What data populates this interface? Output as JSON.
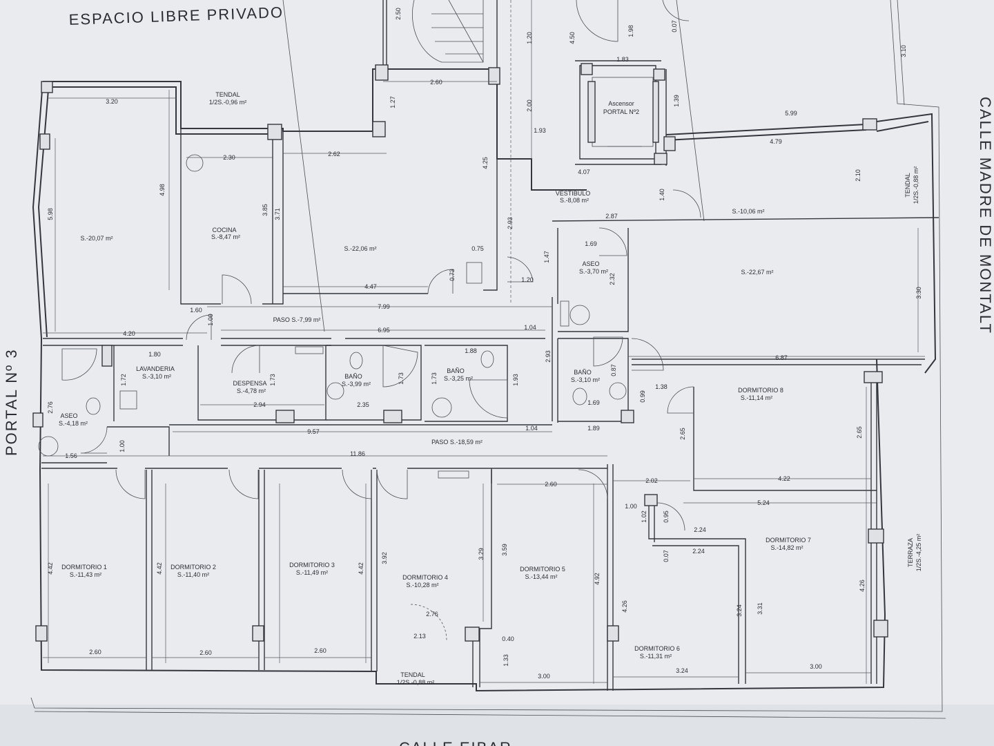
{
  "labels": {
    "top": "ESPACIO LIBRE PRIVADO",
    "left": "PORTAL Nº 3",
    "right": "CALLE MADRE DE MONTALT",
    "bottom": "CALLE EIBAR"
  },
  "rooms": {
    "tendal_top": {
      "name": "TENDAL",
      "area": "1/2S.-0,96 m²"
    },
    "living_left": {
      "area": "S.-20,07 m²"
    },
    "cocina": {
      "name": "COCINA",
      "area": "S.-8,47 m²"
    },
    "salon_mid": {
      "area": "S.-22,06 m²"
    },
    "ascensor": {
      "name": "Ascensor",
      "sub": "PORTAL Nº2"
    },
    "vestibulo": {
      "name": "VESTIBULO",
      "area": "S.-8,08 m²"
    },
    "hall_right": {
      "area": "S.-10,06 m²"
    },
    "tendal_right": {
      "name": "TENDAL",
      "area": "1/2S.-0,88 m²"
    },
    "aseo_right": {
      "name": "ASEO",
      "area": "S.-3,70 m²"
    },
    "salon_right": {
      "area": "S.-22,67 m²"
    },
    "paso_top": {
      "name": "PASO S.-7,99 m²"
    },
    "lavanderia": {
      "name": "LAVANDERIA",
      "area": "S.-3,10 m²"
    },
    "aseo_left": {
      "name": "ASEO",
      "area": "S.-4,18 m²"
    },
    "despensa": {
      "name": "DESPENSA",
      "area": "S.-4,78 m²"
    },
    "bano1": {
      "name": "BAÑO",
      "area": "S.-3,99 m²"
    },
    "bano2": {
      "name": "BAÑO",
      "area": "S.-3,25 m²"
    },
    "bano3": {
      "name": "BAÑO",
      "area": "S.-3,10 m²"
    },
    "dormitorio8": {
      "name": "DORMITORIO 8",
      "area": "S.-11,14 m²"
    },
    "paso_bottom": {
      "name": "PASO S.-18,59 m²"
    },
    "dormitorio1": {
      "name": "DORMITORIO 1",
      "area": "S.-11,43 m²"
    },
    "dormitorio2": {
      "name": "DORMITORIO 2",
      "area": "S.-11,40 m²"
    },
    "dormitorio3": {
      "name": "DORMITORIO 3",
      "area": "S.-11,49 m²"
    },
    "dormitorio4": {
      "name": "DORMITORIO 4",
      "area": "S.-10,28 m²"
    },
    "dormitorio5": {
      "name": "DORMITORIO 5",
      "area": "S.-13,44 m²"
    },
    "dormitorio6": {
      "name": "DORMITORIO 6",
      "area": "S.-11,31 m²"
    },
    "dormitorio7": {
      "name": "DORMITORIO 7",
      "area": "S.-14,82 m²"
    },
    "terraza": {
      "name": "TERRAZA",
      "area": "1/2S.-4,25 m²"
    },
    "tendal_bottom": {
      "name": "TENDAL",
      "area": "1/2S.-0,88 m²"
    }
  },
  "dims": {
    "d_2_50": "2.50",
    "d_4_50": "4.50",
    "d_1_98": "1.98",
    "d_0_07": "0.07",
    "d_3_10": "3.10",
    "d_1_20_top": "1.20",
    "d_1_83": "1.83",
    "d_1_39": "1.39",
    "d_3_20": "3.20",
    "d_2_60_top": "2.60",
    "d_1_27": "1.27",
    "d_2_00": "2.00",
    "d_5_99": "5.99",
    "d_1_93": "1.93",
    "d_4_79": "4.79",
    "d_2_30": "2.30",
    "d_2_62": "2.62",
    "d_4_25": "4.25",
    "d_4_07": "4.07",
    "d_4_98": "4.98",
    "d_5_98": "5.98",
    "d_3_85": "3.85",
    "d_3_71": "3.71",
    "d_2_10": "2.10",
    "d_1_40": "1.40",
    "d_2_87": "2.87",
    "d_2_93_top": "2.93",
    "d_1_69_top": "1.69",
    "d_1_47": "1.47",
    "d_0_75": "0.75",
    "d_0_73": "0.73",
    "d_2_32": "2.32",
    "d_3_30": "3.30",
    "d_4_47": "4.47",
    "d_1_20_mid": "1.20",
    "d_7_99": "7.99",
    "d_1_60": "1.60",
    "d_1_00_a": "1.00",
    "d_4_20": "4.20",
    "d_6_95": "6.95",
    "d_1_04_a": "1.04",
    "d_1_80": "1.80",
    "d_1_88": "1.88",
    "d_2_93_mid": "2.93",
    "d_6_87": "6.87",
    "d_1_72": "1.72",
    "d_1_73_a": "1.73",
    "d_1_73_b": "1.73",
    "d_1_73_c": "1.73",
    "d_1_93_b": "1.93",
    "d_0_87": "0.87",
    "d_1_38": "1.38",
    "d_0_99": "0.99",
    "d_2_76": "2.76",
    "d_2_94": "2.94",
    "d_2_35": "2.35",
    "d_1_69_b": "1.69",
    "d_2_65_a": "2.65",
    "d_2_65_b": "2.65",
    "d_9_57": "9.57",
    "d_1_04_b": "1.04",
    "d_1_89": "1.89",
    "d_1_00_b": "1.00",
    "d_1_56": "1.56",
    "d_11_86": "11.86",
    "d_2_60_m": "2.60",
    "d_2_02": "2.02",
    "d_4_22": "4.22",
    "d_5_24": "5.24",
    "d_1_00_c": "1.00",
    "d_1_02": "1.02",
    "d_0_95": "0.95",
    "d_2_24_a": "2.24",
    "d_2_24_b": "2.24",
    "d_0_07_b": "0.07",
    "d_4_42_a": "4.42",
    "d_4_42_b": "4.42",
    "d_4_42_c": "4.42",
    "d_3_92": "3.92",
    "d_3_29": "3.29",
    "d_3_59": "3.59",
    "d_4_92": "4.92",
    "d_4_26_a": "4.26",
    "d_3_24_v": "3.24",
    "d_3_31": "3.31",
    "d_4_26_b": "4.26",
    "d_2_76_b": "2.76",
    "d_2_13": "2.13",
    "d_0_40": "0.40",
    "d_1_33": "1.33",
    "d_2_60_b1": "2.60",
    "d_2_60_b2": "2.60",
    "d_2_60_b3": "2.60",
    "d_3_00_a": "3.00",
    "d_3_24_h": "3.24",
    "d_3_00_b": "3.00"
  }
}
